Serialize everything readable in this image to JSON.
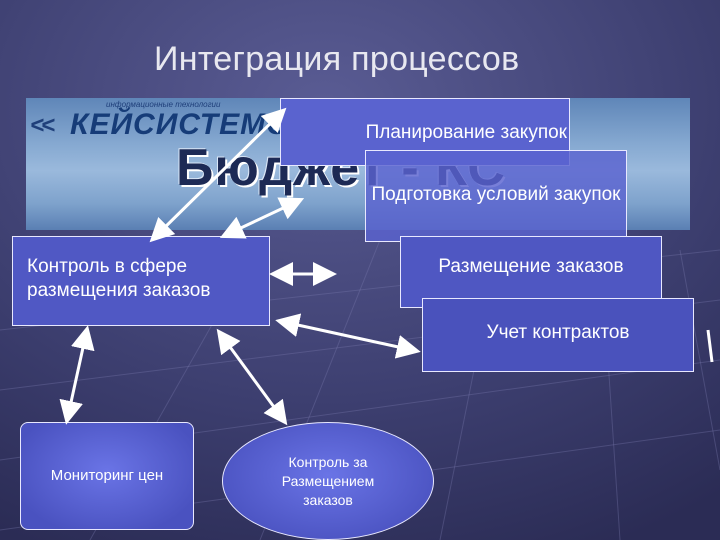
{
  "title": "Интеграция процессов",
  "logo": {
    "mark": "<<",
    "company": "КЕЙСИСТЕМС",
    "tagline": "информационные технологии",
    "product": "Бюджет - КС"
  },
  "nodes": {
    "planning": "Планирование закупок",
    "preparation": "Подготовка условий закупок",
    "control": "Контроль в сфере размещения заказов",
    "placement": "Размещение заказов",
    "accounting": "Учет контрактов",
    "monitoring": "Мониторинг цен",
    "control_placement": "Контроль за Размещением заказов"
  },
  "colors": {
    "background": "#3a3b6a",
    "box_fill": "#5058c4",
    "box_border": "#e8e8ff",
    "arrow": "#ffffff"
  }
}
